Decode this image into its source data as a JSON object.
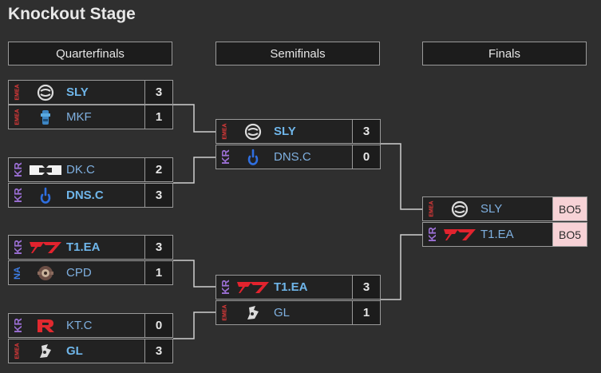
{
  "title": "Knockout Stage",
  "rounds": [
    "Quarterfinals",
    "Semifinals",
    "Finals"
  ],
  "qf": [
    {
      "region": "EMEA",
      "logo": "sly-logo-icon",
      "name": "SLY",
      "score": "3",
      "winner": true
    },
    {
      "region": "EMEA",
      "logo": "mkf-logo-icon",
      "name": "MKF",
      "score": "1",
      "winner": false
    },
    {
      "region": "KR",
      "logo": "dk-logo-icon",
      "name": "DK.C",
      "score": "2",
      "winner": false
    },
    {
      "region": "KR",
      "logo": "dns-logo-icon",
      "name": "DNS.C",
      "score": "3",
      "winner": true
    },
    {
      "region": "KR",
      "logo": "t1-logo-icon",
      "name": "T1.EA",
      "score": "3",
      "winner": true
    },
    {
      "region": "NA",
      "logo": "cpd-logo-icon",
      "name": "CPD",
      "score": "1",
      "winner": false
    },
    {
      "region": "KR",
      "logo": "kt-logo-icon",
      "name": "KT.C",
      "score": "0",
      "winner": false
    },
    {
      "region": "EMEA",
      "logo": "gl-logo-icon",
      "name": "GL",
      "score": "3",
      "winner": true
    }
  ],
  "sf": [
    {
      "region": "EMEA",
      "logo": "sly-logo-icon",
      "name": "SLY",
      "score": "3",
      "winner": true
    },
    {
      "region": "KR",
      "logo": "dns-logo-icon",
      "name": "DNS.C",
      "score": "0",
      "winner": false
    },
    {
      "region": "KR",
      "logo": "t1-logo-icon",
      "name": "T1.EA",
      "score": "3",
      "winner": true
    },
    {
      "region": "EMEA",
      "logo": "gl-logo-icon",
      "name": "GL",
      "score": "1",
      "winner": false
    }
  ],
  "final": [
    {
      "region": "EMEA",
      "logo": "sly-logo-icon",
      "name": "SLY",
      "score": "BO5",
      "winner": false
    },
    {
      "region": "KR",
      "logo": "t1-logo-icon",
      "name": "T1.EA",
      "score": "BO5",
      "winner": false
    }
  ],
  "colors": {
    "background": "#2f2f2f",
    "row": "#222222",
    "border": "#9a9a9a",
    "name": "#7fb0e0",
    "kr": "#9b6fd4",
    "emea": "#e53a3a",
    "na": "#3d7ee8",
    "bo_badge": "#f7d2d6"
  }
}
